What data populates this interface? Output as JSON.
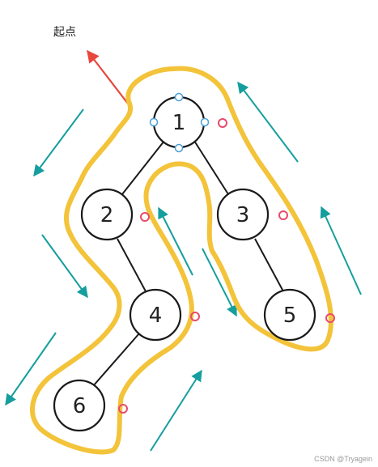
{
  "start_label": "起点",
  "watermark": "CSDN @Tryagein",
  "colors": {
    "node_stroke": "#1a1a1a",
    "contour": "#f3c33a",
    "start_arrow": "#e8473c",
    "flow_arrow": "#159e9e",
    "marker": "#e84a6a",
    "handle": "#4a9fd8"
  },
  "nodes": [
    {
      "id": "n1",
      "label": "1"
    },
    {
      "id": "n2",
      "label": "2"
    },
    {
      "id": "n3",
      "label": "3"
    },
    {
      "id": "n4",
      "label": "4"
    },
    {
      "id": "n5",
      "label": "5"
    },
    {
      "id": "n6",
      "label": "6"
    }
  ],
  "edges": [
    {
      "from": "n1",
      "to": "n2"
    },
    {
      "from": "n1",
      "to": "n3"
    },
    {
      "from": "n2",
      "to": "n4"
    },
    {
      "from": "n3",
      "to": "n5"
    },
    {
      "from": "n4",
      "to": "n6"
    }
  ]
}
